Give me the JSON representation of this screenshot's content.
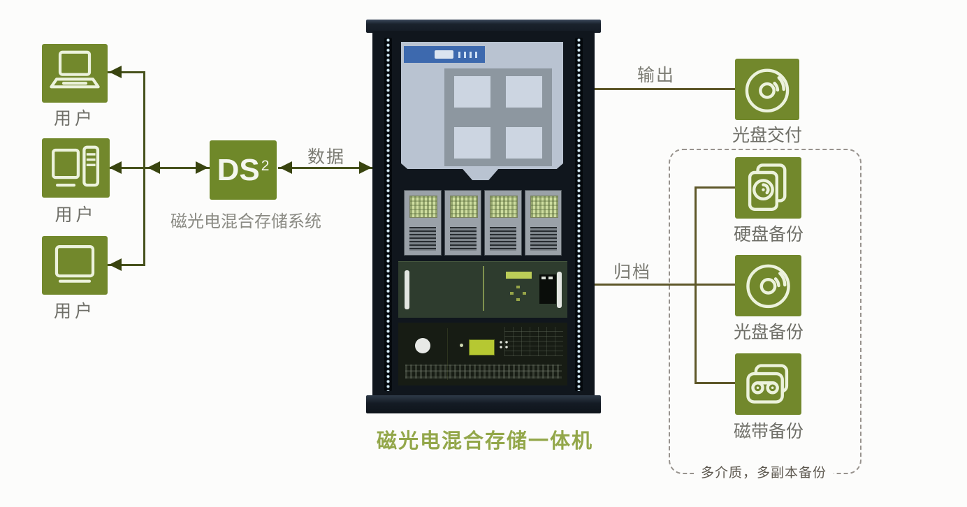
{
  "diagram": {
    "title": "磁光电混合存储一体机",
    "users": [
      {
        "label": "用户",
        "icon": "laptop-icon"
      },
      {
        "label": "用户",
        "icon": "desktop-tower-icon"
      },
      {
        "label": "用户",
        "icon": "monitor-icon"
      }
    ],
    "ds": {
      "title": "DS",
      "sup": "2",
      "caption": "磁光电混合存储系统"
    },
    "edges": {
      "data": "数据",
      "output": "输出",
      "archive": "归档"
    },
    "rack": {
      "caption": "磁光电混合存储一体机"
    },
    "delivery": {
      "label": "光盘交付",
      "icon": "optical-disc-icon"
    },
    "backup_group": {
      "caption": "多介质，多副本备份",
      "items": [
        {
          "label": "硬盘备份",
          "icon": "hard-disk-icon"
        },
        {
          "label": "光盘备份",
          "icon": "optical-disc-icon"
        },
        {
          "label": "磁带备份",
          "icon": "tape-cassette-icon"
        }
      ]
    },
    "colors": {
      "box_green": "#72882c",
      "icon_stroke": "#ecf2dc",
      "line_dark_olive": "#47521c",
      "line_brown": "#5e5729",
      "label_gray": "#6e6e67",
      "title_green": "#93a74a",
      "dash_gray": "#97928d",
      "rack_dark": "#10161d",
      "panel_blue_gray": "#b9c3d1",
      "band_blue": "#3d69ae"
    }
  }
}
